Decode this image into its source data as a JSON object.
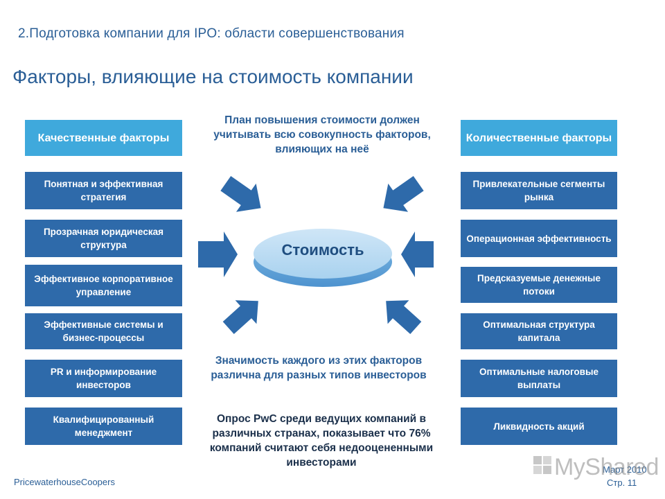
{
  "header": {
    "section_title": "2.Подготовка компании для IPO: области совершенствования",
    "main_title": "Факторы, влияющие на стоимость компании"
  },
  "left": {
    "heading": "Качественные факторы",
    "items": [
      "Понятная и эффективная стратегия",
      "Прозрачная юридическая структура",
      "Эффективное корпоративное управление",
      "Эффективные системы и бизнес-процессы",
      "PR и информирование инвесторов",
      "Квалифицированный менеджмент"
    ]
  },
  "right": {
    "heading": "Количественные факторы",
    "items": [
      "Привлекательные сегменты рынка",
      "Операционная эффективность",
      "Предсказуемые денежные потоки",
      "Оптимальная структура капитала",
      "Оптимальные налоговые выплаты",
      "Ликвидность акций"
    ]
  },
  "center": {
    "plan_text": "План повышения стоимости должен учитывать всю совокупность факторов, влияющих на неё",
    "value_label": "Стоимость",
    "importance_text": "Значимость каждого из этих факторов различна для разных типов инвесторов",
    "survey_text": "Опрос PwC среди ведущих компаний в различных странах, показывает что 76% компаний считают себя недооцененными инвесторами"
  },
  "footer": {
    "company": "PricewaterhouseCoopers",
    "date": "Март 2010",
    "page": "Стр. 11",
    "watermark": "MyShared"
  },
  "colors": {
    "heading_box": "#3fa9dc",
    "factor_box": "#2e6aaa",
    "arrow": "#2e6aaa",
    "title": "#2a5e96"
  }
}
